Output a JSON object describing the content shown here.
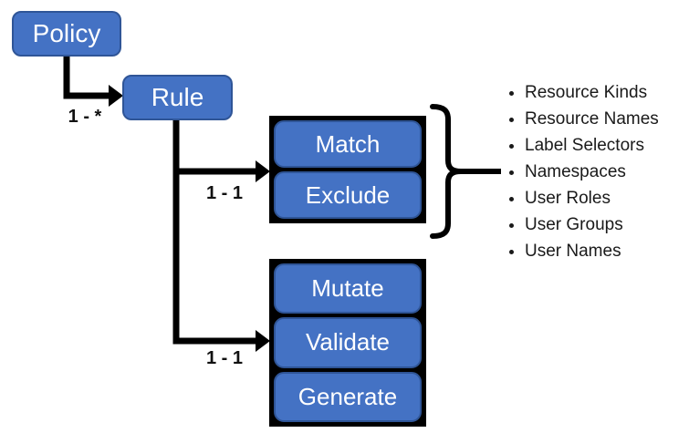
{
  "nodes": {
    "policy": "Policy",
    "rule": "Rule",
    "match": "Match",
    "exclude": "Exclude",
    "mutate": "Mutate",
    "validate": "Validate",
    "generate": "Generate"
  },
  "edge_labels": {
    "policy_to_rule": "1 - *",
    "rule_to_filters": "1 - 1",
    "rule_to_actions": "1 - 1"
  },
  "bullets": [
    "Resource Kinds",
    "Resource Names",
    "Label Selectors",
    "Namespaces",
    "User Roles",
    "User Groups",
    "User Names"
  ],
  "colors": {
    "node_fill": "#4472C4",
    "node_border": "#2F5597",
    "connector": "#000000",
    "node_text": "#FFFFFF",
    "list_text": "#1A1A1A",
    "background": "#FFFFFF"
  }
}
